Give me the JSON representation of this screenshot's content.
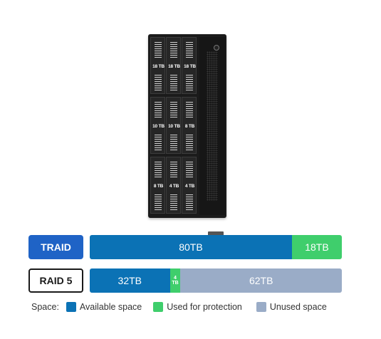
{
  "device": {
    "bays": [
      {
        "label": "18 TB"
      },
      {
        "label": "18 TB"
      },
      {
        "label": "18 TB"
      },
      {
        "label": "10 TB"
      },
      {
        "label": "10 TB"
      },
      {
        "label": "8 TB"
      },
      {
        "label": "8 TB"
      },
      {
        "label": "4 TB"
      },
      {
        "label": "4 TB"
      }
    ]
  },
  "rows": [
    {
      "tag": "TRAID",
      "segments": [
        {
          "kind": "available",
          "text": "80TB",
          "share": 0.802
        },
        {
          "kind": "protection",
          "text": "18TB",
          "share": 0.198
        }
      ]
    },
    {
      "tag": "RAID 5",
      "segments": [
        {
          "kind": "available",
          "text": "32TB",
          "share": 0.318
        },
        {
          "kind": "protection",
          "text": "4TB",
          "share": 0.042
        },
        {
          "kind": "unused",
          "text": "62TB",
          "share": 0.64
        }
      ]
    }
  ],
  "legend": {
    "prefix": "Space:",
    "items": [
      {
        "label": "Available space",
        "color": "#0b72b5"
      },
      {
        "label": "Used for protection",
        "color": "#3fce6c"
      },
      {
        "label": "Unused space",
        "color": "#9aacc7"
      }
    ]
  },
  "colors": {
    "available": "#0b72b5",
    "protection": "#3fce6c",
    "unused": "#9aacc7",
    "traid_tag": "#1f63c6"
  }
}
